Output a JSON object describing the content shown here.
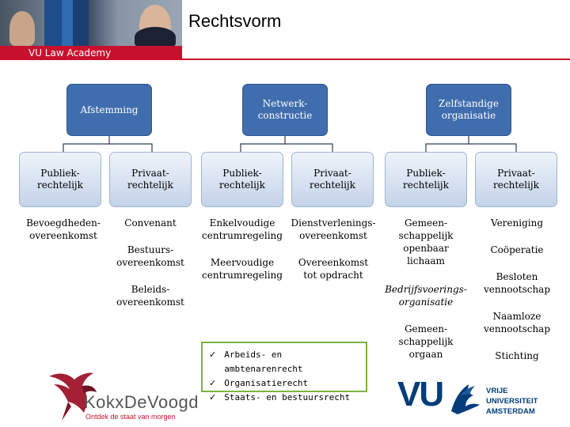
{
  "header": {
    "title": "Rechtsvorm",
    "brand": "VU Law Academy"
  },
  "top_nodes": [
    {
      "label": "Afstemming"
    },
    {
      "label": "Netwerk-\nconstructie"
    },
    {
      "label": "Zelfstandige\norganisatie"
    }
  ],
  "sub_nodes": [
    {
      "label": "Publiek-\nrechtelijk"
    },
    {
      "label": "Privaat-\nrechtelijk"
    },
    {
      "label": "Publiek-\nrechtelijk"
    },
    {
      "label": "Privaat-\nrechtelijk"
    },
    {
      "label": "Publiek-\nrechtelijk"
    },
    {
      "label": "Privaat-\nrechtelijk"
    }
  ],
  "columns": {
    "col1": [
      "Bevoegdheden-\novereenkomst"
    ],
    "col2": [
      "Convenant",
      "Bestuurs-\novereenkomst",
      "Beleids-\novereenkomst"
    ],
    "col3": [
      "Enkelvoudige\ncentrumregeling",
      "Meervoudige\ncentrumregeling"
    ],
    "col4": [
      "Dienstverlenings-\novereenkomst",
      "Overeenkomst\ntot opdracht"
    ],
    "col5": [
      "Gemeen-\nschappelijk\nopenbaar\nlichaam",
      "Bedrijfsvoerings-\norganisatie",
      "Gemeen-\nschappelijk\norgaan"
    ],
    "col6": [
      "Vereniging",
      "Coöperatie",
      "Besloten\nvennootschap",
      "Naamloze\nvennootschap",
      "Stichting"
    ]
  },
  "checklist": {
    "items": [
      "Arbeids- en ambtenarenrecht",
      "Organisatierecht",
      "Staats- en bestuursrecht"
    ],
    "mark": "✓",
    "border_color": "#7cb342"
  },
  "logos": {
    "kokx_name": "KokxDeVoogd",
    "kokx_tagline": "Ontdek de staat van morgen",
    "vu_letters": "VU",
    "vu_text": "VRIJE\nUNIVERSITEIT\nAMSTERDAM"
  },
  "colors": {
    "accent": "#c8102e",
    "top_box": "#3f6dad",
    "sub_box": "#c4d3e8",
    "line": "#2f3e57",
    "vu_blue": "#003d7a"
  }
}
